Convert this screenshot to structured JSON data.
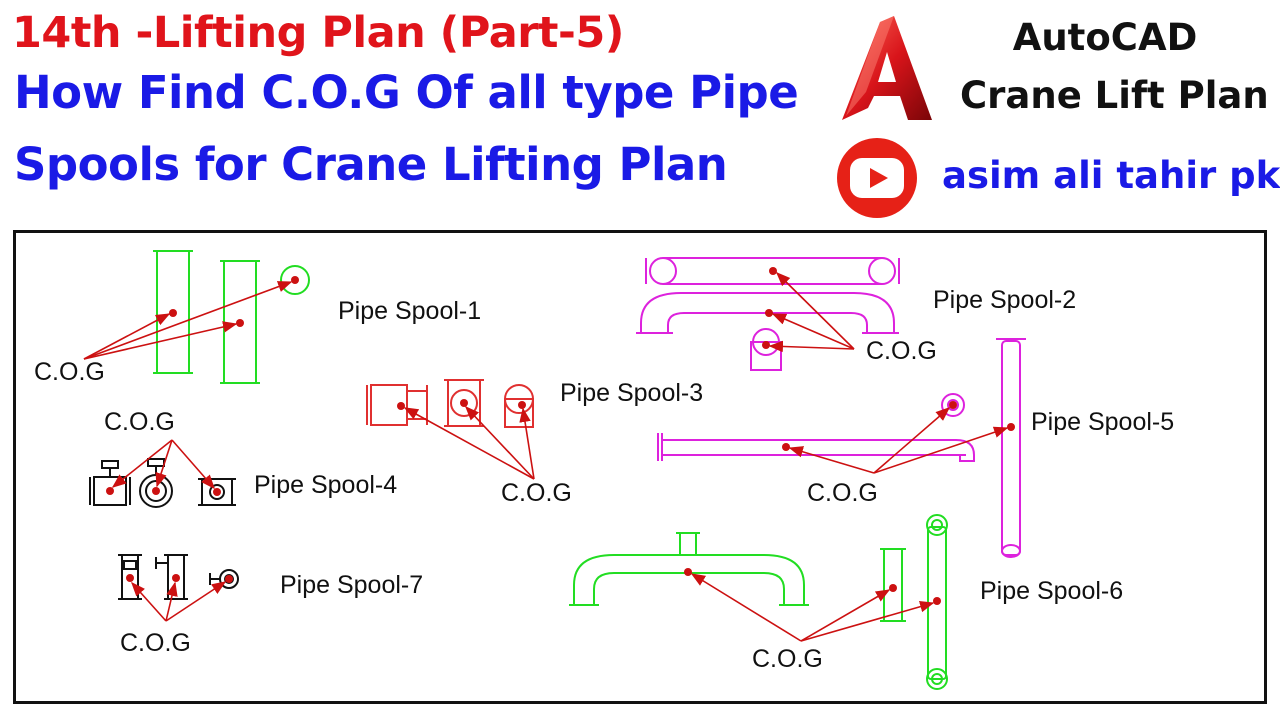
{
  "header": {
    "title_line1": "14th -Lifting Plan (Part-5)",
    "title_line2": "How Find C.O.G Of all type Pipe",
    "title_line3": "Spools for Crane Lifting Plan"
  },
  "branding": {
    "app_line1": "AutoCAD",
    "app_line2": "Crane Lift Plan",
    "logo_letter": "A",
    "channel_name": "asim ali tahir pk"
  },
  "colors": {
    "title_red": "#e0141b",
    "title_blue": "#1a1ae6",
    "youtube_red": "#e62117",
    "spool_green": "#22dd22",
    "spool_magenta": "#dd22dd",
    "spool_red": "#e03030",
    "leader_red": "#cc1111"
  },
  "diagram": {
    "spools": [
      {
        "label": "Pipe Spool-1",
        "cog": "C.O.G"
      },
      {
        "label": "Pipe Spool-2",
        "cog": "C.O.G"
      },
      {
        "label": "Pipe Spool-3",
        "cog": "C.O.G"
      },
      {
        "label": "Pipe Spool-4",
        "cog": "C.O.G"
      },
      {
        "label": "Pipe Spool-5",
        "cog": "C.O.G"
      },
      {
        "label": "Pipe Spool-6",
        "cog": "C.O.G"
      },
      {
        "label": "Pipe Spool-7",
        "cog": "C.O.G"
      }
    ]
  }
}
